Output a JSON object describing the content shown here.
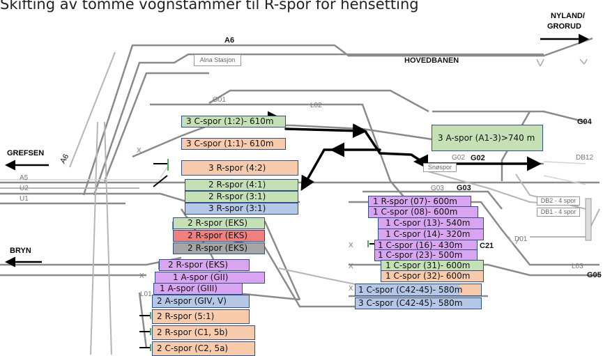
{
  "title": "Skifting av tomme vognstammer til R-spor for hensetting",
  "colors": {
    "green": "#c5e0b4",
    "salmon": "#f8cbad",
    "purple": "#d9a5f0",
    "blue": "#b4c7e7",
    "red": "#f08080",
    "gray": "#a6a6a6"
  },
  "directions": {
    "nyland": "NYLAND/",
    "grorud": "GRORUD",
    "grefsen": "GREFSEN",
    "bryn": "BRYN"
  },
  "track_labels": {
    "a6_top": "A6",
    "a6_diag": "A6",
    "hovedbanen": "HOVEDBANEN",
    "g01": "G01",
    "l02": "L02",
    "g04": "G04",
    "db12": "DB12",
    "g02_gray": "G02",
    "g02_bold": "G02",
    "g03_gray": "G03",
    "g03_bold": "G03",
    "a5": "A5",
    "u2": "U2",
    "u1": "U1",
    "c21": "C21",
    "d01": "D01",
    "l03": "L03",
    "g05": "G05",
    "l01": "L01",
    "x1": "X",
    "x2": "X",
    "x3": "X",
    "x4": "X",
    "x5": "X"
  },
  "stations": {
    "alna": "Alna Stasjon",
    "snospor": "Snøspor",
    "db2": "DB2 - 4 spor",
    "db1": "DB1 - 4 spor"
  },
  "boxes": [
    {
      "label": "3 C-spor (1:2)- 610m",
      "color": "green"
    },
    {
      "label": "3 C-spor (1:1)- 610m",
      "color": "salmon"
    },
    {
      "label": "3 A-spor (A1-3)>740 m",
      "color": "green"
    },
    {
      "label": "3 R-spor (4:2)",
      "color": "salmon"
    },
    {
      "label": "2 R-spor (4:1)",
      "color": "green"
    },
    {
      "label": "2 R-spor (3:1)",
      "color": "green"
    },
    {
      "label": "3 R-spor (3:1)",
      "color": "blue"
    },
    {
      "label": "2 R-spor (EKS)",
      "color": "green"
    },
    {
      "label": "2 R-spor (EKS)",
      "color": "red"
    },
    {
      "label": "2 R-spor (EKS)",
      "color": "gray"
    },
    {
      "label": "2 R-spor (EKS)",
      "color": "purple"
    },
    {
      "label": "1 A-spor (GII)",
      "color": "purple"
    },
    {
      "label": "1 A-spor (GIII)",
      "color": "purple"
    },
    {
      "label": "2 A-spor (GIV, V)",
      "color": "blue"
    },
    {
      "label": "2 R-spor (5:1)",
      "color": "salmon"
    },
    {
      "label": "2 R-spor (C1, 5b)",
      "color": "salmon"
    },
    {
      "label": "2 C-spor (C2, 5a)",
      "color": "salmon"
    },
    {
      "label": "1 R-spor (07)- 600m",
      "color": "purple"
    },
    {
      "label": "1 C-spor (08)- 600m",
      "color": "purple"
    },
    {
      "label": "1 C-spor (13)- 540m",
      "color": "purple"
    },
    {
      "label": "1 C-spor (14)- 320m",
      "color": "purple"
    },
    {
      "label": "1 C-spor (16)- 430m",
      "color": "purple"
    },
    {
      "label": "1 C-spor (23)- 500m",
      "color": "purple"
    },
    {
      "label": "1 C-spor (31)- 600m",
      "color": "green"
    },
    {
      "label": "1 C-spor (32)- 600m",
      "color": "salmon"
    },
    {
      "label": "1 C-spor (C42-45)- 580m",
      "color": "blue"
    },
    {
      "label": "3 C-spor (C42-45)- 580m",
      "color": "blue"
    }
  ]
}
